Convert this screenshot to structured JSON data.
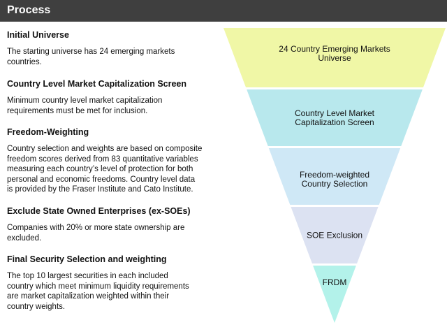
{
  "header": {
    "title": "Process"
  },
  "steps": [
    {
      "title": "Initial Universe",
      "description": "The starting universe has 24 emerging markets\ncountries."
    },
    {
      "title": "Country Level Market Capitalization Screen",
      "description": "Minimum country level market capitalization\nrequirements must be met for inclusion."
    },
    {
      "title": "Freedom-Weighting",
      "description": "Country selection and weights are based on composite\nfreedom scores derived from 83 quantitative variables\nmeasuring each country’s level of protection for both\npersonal and economic freedoms.  Country level data\nis provided by the Fraser Institute and Cato Institute."
    },
    {
      "title": "Exclude State Owned Enterprises (ex-SOEs)",
      "description": "Companies with 20% or more state ownership are\nexcluded."
    },
    {
      "title": "Final Security Selection and weighting",
      "description": "The top 10 largest securities in each included\ncountry which meet minimum liquidity requirements\nare market  capitalization weighted within their\ncountry weights."
    }
  ],
  "funnel": {
    "stages": [
      {
        "lines": [
          "24 Country Emerging Markets",
          "Universe"
        ],
        "color": "#f0f7a6"
      },
      {
        "lines": [
          "Country Level Market",
          "Capitalization Screen"
        ],
        "color": "#b8e8ed"
      },
      {
        "lines": [
          "Freedom-weighted",
          "Country Selection"
        ],
        "color": "#cfe8f6"
      },
      {
        "lines": [
          "SOE Exclusion"
        ],
        "color": "#dce2f2"
      },
      {
        "lines": [
          "FRDM"
        ],
        "color": "#b3f2ea"
      }
    ]
  }
}
